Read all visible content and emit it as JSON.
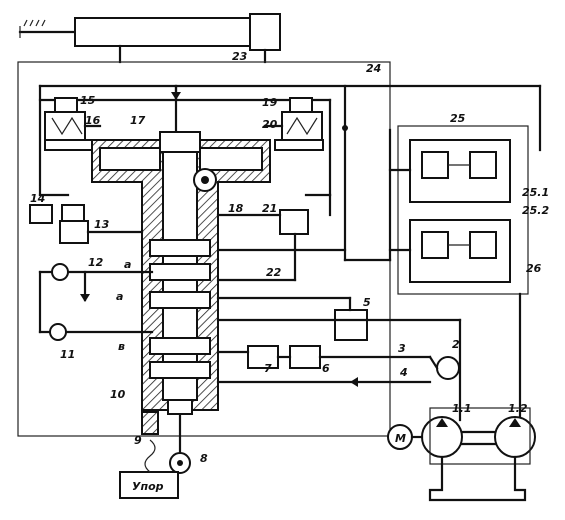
{
  "labels": {
    "l1_1": "1.1",
    "l1_2": "1.2",
    "l2": "2",
    "l3": "3",
    "l4": "4",
    "l5": "5",
    "l6": "6",
    "l7": "7",
    "l8": "8",
    "l9": "9",
    "l10": "10",
    "l11": "11",
    "l12": "12",
    "l13": "13",
    "l14": "14",
    "l15": "15",
    "l16": "16",
    "l17": "17",
    "l18": "18",
    "l19": "19",
    "l20": "20",
    "l21": "21",
    "l22": "22",
    "l23": "23",
    "l24": "24",
    "l25": "25",
    "l25_1": "25.1",
    "l25_2": "25.2",
    "l26": "26",
    "la1": "a",
    "la2": "a",
    "lb": "в",
    "motor": "M",
    "stop": "Упор"
  }
}
